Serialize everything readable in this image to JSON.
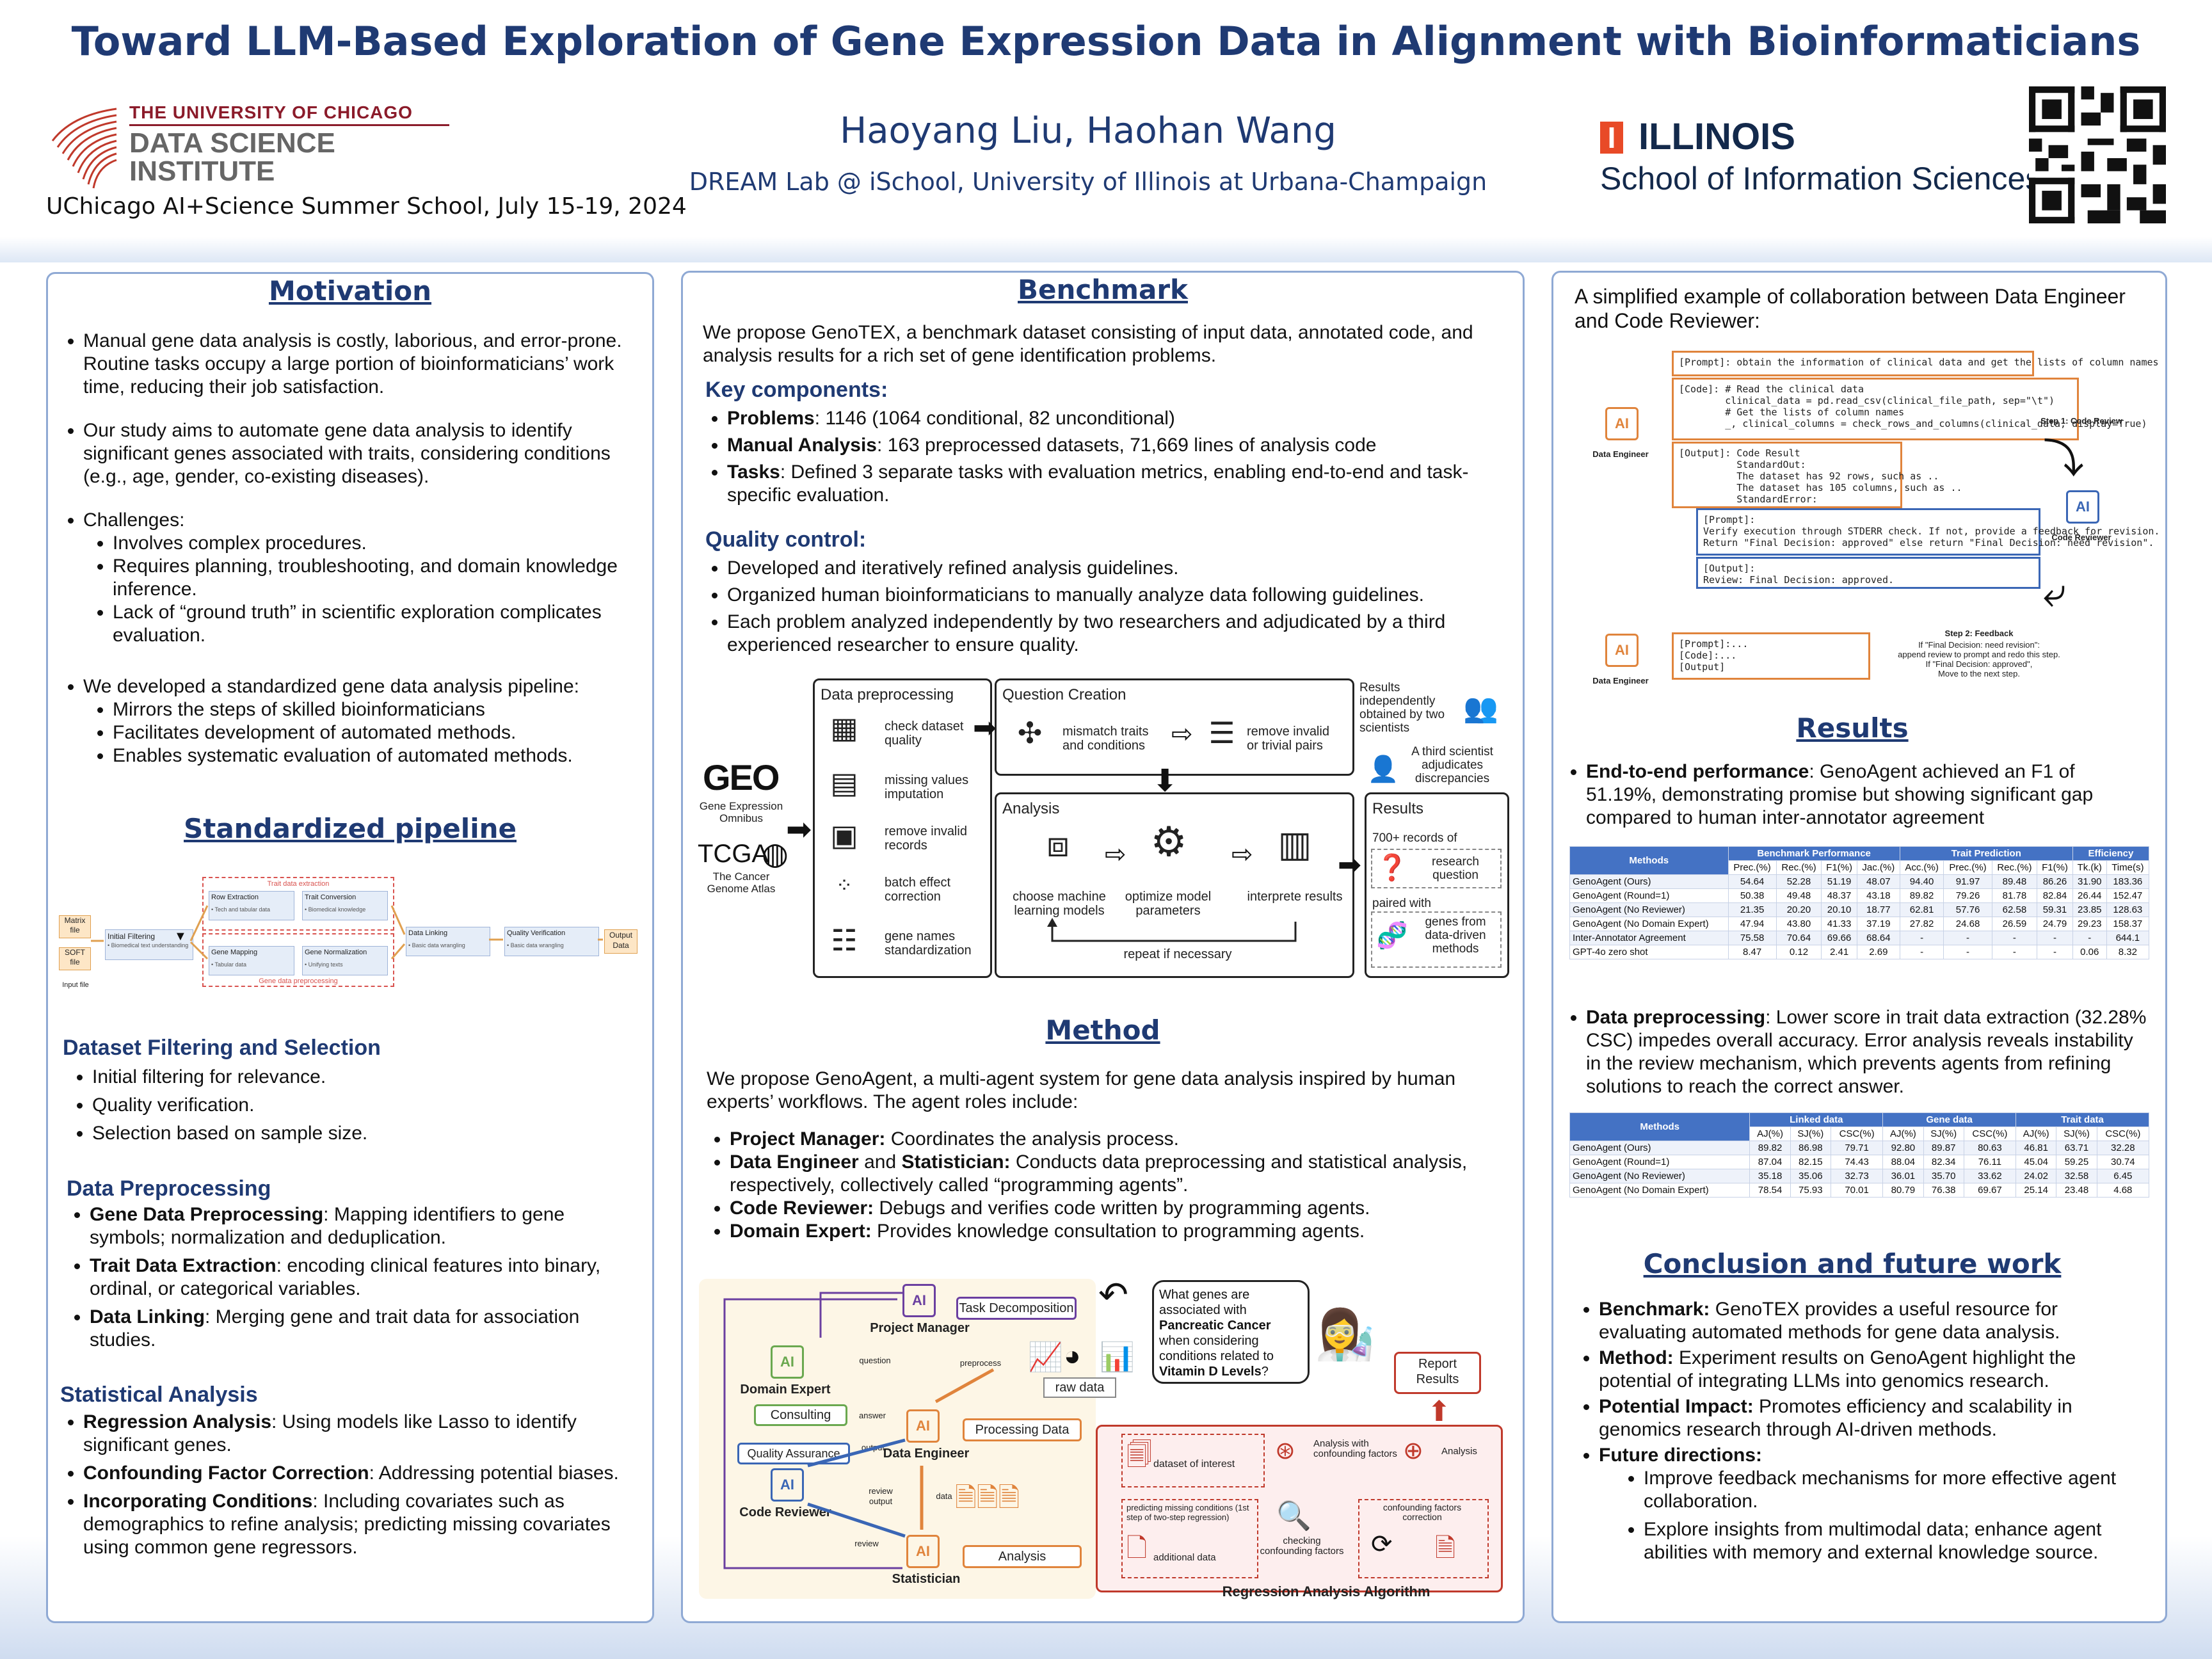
{
  "header": {
    "title": "Toward LLM-Based Exploration of Gene Expression Data in Alignment with Bioinformaticians",
    "authors": "Haoyang Liu, Haohan Wang",
    "affiliation": "DREAM Lab @ iSchool, University of Illinois at Urbana-Champaign",
    "left_logo": {
      "university": "THE UNIVERSITY OF CHICAGO",
      "institute_line1": "DATA SCIENCE",
      "institute_line2": "INSTITUTE"
    },
    "event": "UChicago AI+Science Summer School, July 15-19, 2024",
    "right_logo": {
      "mark": "I",
      "name": "ILLINOIS",
      "school": "School of Information Sciences"
    }
  },
  "motivation": {
    "heading": "Motivation",
    "bullets": [
      "Manual gene data analysis is costly, laborious, and error-prone. Routine tasks occupy a large portion of bioinformaticians’ work time, reducing their job satisfaction.",
      "Our study aims to automate gene data analysis to identify significant genes associated with traits, considering conditions (e.g., age, gender, co-existing diseases).",
      "Challenges:",
      "We developed a standardized gene data analysis pipeline:"
    ],
    "challenges": [
      "Involves complex procedures.",
      "Requires planning, troubleshooting, and domain knowledge inference.",
      "Lack of “ground truth” in scientific exploration complicates evaluation."
    ],
    "pipeline_points": [
      "Mirrors the steps of skilled bioinformaticians",
      "Facilitates development of automated methods.",
      "Enables systematic evaluation of automated methods."
    ]
  },
  "pipeline": {
    "heading": "Standardized pipeline",
    "inputs": [
      "Matrix file",
      "SOFT file"
    ],
    "input_caption": "Input file",
    "initial_filtering": "Initial Filtering",
    "initial_filtering_sub": "• Biomedical text understanding",
    "trait_group": "Trait data extraction",
    "gene_group": "Gene data preprocessing",
    "row_extraction": "Row Extraction",
    "row_extraction_sub": "• Tech and tabular data",
    "trait_conversion": "Trait Conversion",
    "trait_conversion_sub": "• Biomedical knowledge",
    "gene_mapping": "Gene Mapping",
    "gene_mapping_sub": "• Tabular data",
    "gene_normalization": "Gene Normalization",
    "gene_normalization_sub": "• Unifying texts",
    "data_linking": "Data Linking",
    "data_linking_sub": "• Basic data wrangling",
    "quality_verification": "Quality Verification",
    "quality_verification_sub": "• Basic data wrangling",
    "output": "Output Data"
  },
  "dataset_filtering": {
    "heading": "Dataset Filtering and Selection",
    "bullets": [
      "Initial filtering for relevance.",
      "Quality verification.",
      "Selection based on sample size."
    ]
  },
  "data_preprocessing": {
    "heading": "Data Preprocessing",
    "items": [
      {
        "term": "Gene Data Preprocessing",
        "text": ": Mapping identifiers to gene symbols; normalization and deduplication."
      },
      {
        "term": "Trait Data Extraction",
        "text": ": encoding clinical features into binary, ordinal, or categorical variables."
      },
      {
        "term": "Data Linking",
        "text": ": Merging gene and trait data for association studies."
      }
    ]
  },
  "statistical_analysis": {
    "heading": "Statistical Analysis",
    "items": [
      {
        "term": "Regression Analysis",
        "text": ": Using models like Lasso to identify significant genes."
      },
      {
        "term": "Confounding Factor Correction",
        "text": ": Addressing potential biases."
      },
      {
        "term": "Incorporating Conditions",
        "text": ": Including covariates such as demographics to refine analysis; predicting missing covariates using common gene regressors."
      }
    ]
  },
  "benchmark": {
    "heading": "Benchmark",
    "intro": "We propose GenoTEX, a benchmark dataset consisting of input data, annotated code, and analysis results for a rich set of gene identification problems.",
    "key_heading": "Key components:",
    "key_items": [
      {
        "term": "Problems",
        "text": ": 1146 (1064 conditional, 82 unconditional)"
      },
      {
        "term": "Manual Analysis",
        "text": ": 163 preprocessed datasets, 71,669 lines of analysis code"
      },
      {
        "term": "Tasks",
        "text": ": Defined 3 separate tasks with evaluation metrics, enabling end-to-end and task-specific evaluation."
      }
    ],
    "qc_heading": "Quality control:",
    "qc_items": [
      "Developed and iteratively refined analysis guidelines.",
      "Organized human bioinformaticians to manually analyze data following guidelines.",
      "Each problem analyzed independently by two researchers and adjudicated by a third experienced researcher to ensure quality."
    ],
    "diagram": {
      "geo": "GEO",
      "geo_caption": "Gene Expression Omnibus",
      "tcga": "TCGA",
      "tcga_caption": "The Cancer Genome Atlas",
      "prep_title": "Data preprocessing",
      "prep_steps": [
        "check dataset quality",
        "missing values imputation",
        "remove invalid records",
        "batch effect correction",
        "gene names standardization"
      ],
      "qc_title": "Question Creation",
      "qc_steps": [
        "mismatch traits and conditions",
        "remove invalid or trivial pairs"
      ],
      "analysis_title": "Analysis",
      "analysis_steps": [
        "choose machine learning models",
        "optimize model parameters",
        "interprete results"
      ],
      "repeat": "repeat if necessary",
      "scientists": "Results independently obtained by two scientists",
      "third": "A third scientist adjudicates discrepancies",
      "results_title": "Results",
      "records": "700+ records of",
      "research_q": "research question",
      "paired": "paired with",
      "genes": "genes from data-driven methods"
    }
  },
  "method": {
    "heading": "Method",
    "intro": "We propose GenoAgent, a multi-agent system for gene data analysis inspired by human experts’ workflows. The agent roles include:",
    "items": [
      {
        "term": "Project Manager:",
        "text": " Coordinates the analysis process."
      },
      {
        "term": "Data Engineer",
        "mid": " and ",
        "term2": "Statistician:",
        "text": " Conducts data preprocessing and statistical analysis, respectively, collectively called “programming agents”."
      },
      {
        "term": "Code Reviewer:",
        "text": " Debugs and verifies code written by programming agents."
      },
      {
        "term": "Domain Expert:",
        "text": " Provides knowledge consultation to programming agents."
      }
    ],
    "diagram": {
      "ai": "AI",
      "project_manager": "Project Manager",
      "task_decomposition": "Task Decomposition",
      "domain_expert": "Domain Expert",
      "consulting": "Consulting",
      "quality_assurance": "Quality Assurance",
      "code_reviewer": "Code Reviewer",
      "data_engineer": "Data Engineer",
      "statistician": "Statistician",
      "processing_data": "Processing Data",
      "analysis": "Analysis",
      "raw_data": "raw data",
      "question": "question",
      "answer": "answer",
      "preprocess": "preprocess",
      "output": "output",
      "review": "review",
      "data": "data",
      "query_1": "What genes are associated with ",
      "query_2": "Pancreatic Cancer",
      "query_3": " when considering conditions related to ",
      "query_4": "Vitamin D Levels",
      "query_5": "?",
      "report": "Report Results",
      "reg_title": "Regression Analysis Algorithm",
      "dataset_of_interest": "dataset of interest",
      "analysis_confounding": "Analysis with confounding factors",
      "analysis_small": "Analysis",
      "predicting": "predicting missing conditions (1st step of two-step regression)",
      "additional": "additional data",
      "checking": "checking confounding factors",
      "confounding_corr": "confounding factors correction"
    }
  },
  "example": {
    "caption": "A simplified example of collaboration between Data Engineer and Code Reviewer:",
    "prompt1": "[Prompt]: obtain the information of clinical data and get the lists of column names",
    "code1": "[Code]: # Read the clinical data\n        clinical_data = pd.read_csv(clinical_file_path, sep=\"\\t\")\n        # Get the lists of column names\n        _, clinical_columns = check_rows_and_columns(clinical_data, display=True)",
    "output1": "[Output]: Code Result\n          StandardOut:\n          The dataset has 92 rows, such as ..\n          The dataset has 105 columns, such as ..\n          StandardError:",
    "prompt2": "[Prompt]:\nVerify execution through STDERR check. If not, provide a feedback for revision.\nReturn \"Final Decision: approved\" else return \"Final Decision: need revision\".",
    "output2": "[Output]:\nReview: Final Decision: approved.",
    "prompt3": "[Prompt]:...\n[Code]:...\n[Output]",
    "data_engineer": "Data Engineer",
    "code_reviewer": "Code Reviewer",
    "step1": "Step 1: Code Review",
    "step2": "Step 2: Feedback",
    "step2_text": "If \"Final Decision: need revision\":\nappend review to prompt and redo this step.\nIf \"Final Decision: approved\",\nMove to the next step.",
    "ai": "AI"
  },
  "results": {
    "heading": "Results",
    "e2e_term": "End-to-end performance",
    "e2e_text": ": GenoAgent achieved an F1 of 51.19%, demonstrating promise but showing significant gap compared to human inter-annotator agreement",
    "table1": {
      "groups": [
        "Methods",
        "Benchmark Performance",
        "Trait Prediction",
        "Efficiency"
      ],
      "cols": [
        "Prec.(%)",
        "Rec.(%)",
        "F1(%)",
        "Jac.(%)",
        "Acc.(%)",
        "Prec.(%)",
        "Rec.(%)",
        "F1(%)",
        "Tk.(k)",
        "Time(s)"
      ],
      "rows": [
        [
          "GenoAgent (Ours)",
          "54.64",
          "52.28",
          "51.19",
          "48.07",
          "94.40",
          "91.97",
          "89.48",
          "86.26",
          "31.90",
          "183.36"
        ],
        [
          "GenoAgent (Round=1)",
          "50.38",
          "49.48",
          "48.37",
          "43.18",
          "89.82",
          "79.26",
          "81.78",
          "82.84",
          "26.44",
          "152.47"
        ],
        [
          "GenoAgent (No Reviewer)",
          "21.35",
          "20.20",
          "20.10",
          "18.77",
          "62.81",
          "57.76",
          "62.58",
          "59.31",
          "23.85",
          "128.63"
        ],
        [
          "GenoAgent (No Domain Expert)",
          "47.94",
          "43.80",
          "41.33",
          "37.19",
          "27.82",
          "24.68",
          "26.59",
          "24.79",
          "29.23",
          "158.37"
        ],
        [
          "Inter-Annotator Agreement",
          "75.58",
          "70.64",
          "69.66",
          "68.64",
          "-",
          "-",
          "-",
          "-",
          "-",
          "644.1"
        ],
        [
          "GPT-4o zero shot",
          "8.47",
          "0.12",
          "2.41",
          "2.69",
          "-",
          "-",
          "-",
          "-",
          "0.06",
          "8.32"
        ]
      ]
    },
    "prep_term": "Data preprocessing",
    "prep_text": ": Lower score in trait data extraction (32.28% CSC) impedes overall accuracy. Error analysis reveals instability in the review mechanism, which prevents agents from refining solutions to reach the correct answer.",
    "table2": {
      "groups": [
        "Methods",
        "Linked data",
        "Gene data",
        "Trait data"
      ],
      "cols": [
        "AJ(%)",
        "SJ(%)",
        "CSC(%)",
        "AJ(%)",
        "SJ(%)",
        "CSC(%)",
        "AJ(%)",
        "SJ(%)",
        "CSC(%)"
      ],
      "rows": [
        [
          "GenoAgent (Ours)",
          "89.82",
          "86.98",
          "79.71",
          "92.80",
          "89.87",
          "80.63",
          "46.81",
          "63.71",
          "32.28"
        ],
        [
          "GenoAgent (Round=1)",
          "87.04",
          "82.15",
          "74.43",
          "88.04",
          "82.34",
          "76.11",
          "45.04",
          "59.25",
          "30.74"
        ],
        [
          "GenoAgent (No Reviewer)",
          "35.18",
          "35.06",
          "32.73",
          "36.01",
          "35.70",
          "33.62",
          "24.02",
          "32.58",
          "6.45"
        ],
        [
          "GenoAgent (No Domain Expert)",
          "78.54",
          "75.93",
          "70.01",
          "80.79",
          "76.38",
          "69.67",
          "25.14",
          "23.48",
          "4.68"
        ]
      ]
    }
  },
  "conclusion": {
    "heading": "Conclusion and future work",
    "items": [
      {
        "term": "Benchmark:",
        "text": " GenoTEX provides a useful resource for evaluating automated methods for gene data analysis."
      },
      {
        "term": "Method:",
        "text": " Experiment results on GenoAgent highlight the potential of integrating LLMs into genomics research."
      },
      {
        "term": "Potential Impact:",
        "text": " Promotes efficiency and scalability in genomics research through AI-driven methods."
      },
      {
        "term": "Future directions:",
        "text": ""
      }
    ],
    "future": [
      "Improve feedback mechanisms for more effective agent collaboration.",
      "Explore insights from multimodal data; enhance agent abilities with memory and external knowledge source."
    ]
  },
  "colors": {
    "title": "#1f3a73",
    "uchicago_maroon": "#8b1b2a",
    "illinois_orange": "#e84a27",
    "illinois_navy": "#13294b",
    "panel_border": "#8fa9d4",
    "table_header": "#4472c4",
    "agent_orange": "#e0843c",
    "agent_blue": "#3a66b5",
    "agent_green": "#6aa84f",
    "agent_purple": "#6b3fa0",
    "red": "#c0392b"
  }
}
